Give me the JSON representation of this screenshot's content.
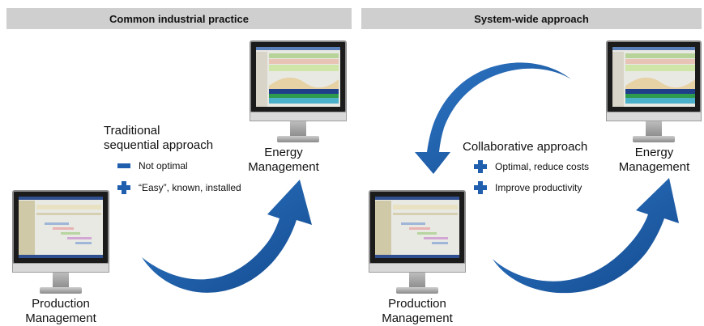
{
  "left_panel": {
    "header": "Common industrial practice",
    "title_line1": "Traditional",
    "title_line2": "sequential  approach",
    "bullets": [
      {
        "sign": "minus",
        "text": "Not optimal"
      },
      {
        "sign": "plus",
        "text": "“Easy”, known, installed"
      }
    ],
    "energy_label_line1": "Energy",
    "energy_label_line2": "Management",
    "production_label_line1": "Production",
    "production_label_line2": "Management"
  },
  "right_panel": {
    "header": "System-wide approach",
    "title": "Collaborative  approach",
    "bullets": [
      {
        "sign": "plus",
        "text": "Optimal, reduce costs"
      },
      {
        "sign": "plus",
        "text": "Improve productivity"
      }
    ],
    "energy_label_line1": "Energy",
    "energy_label_line2": "Management",
    "production_label_line1": "Production",
    "production_label_line2": "Management"
  },
  "colors": {
    "arrow": "#1f5fae",
    "header_bg": "#cfcfcf",
    "sign": "#1f5fae"
  }
}
